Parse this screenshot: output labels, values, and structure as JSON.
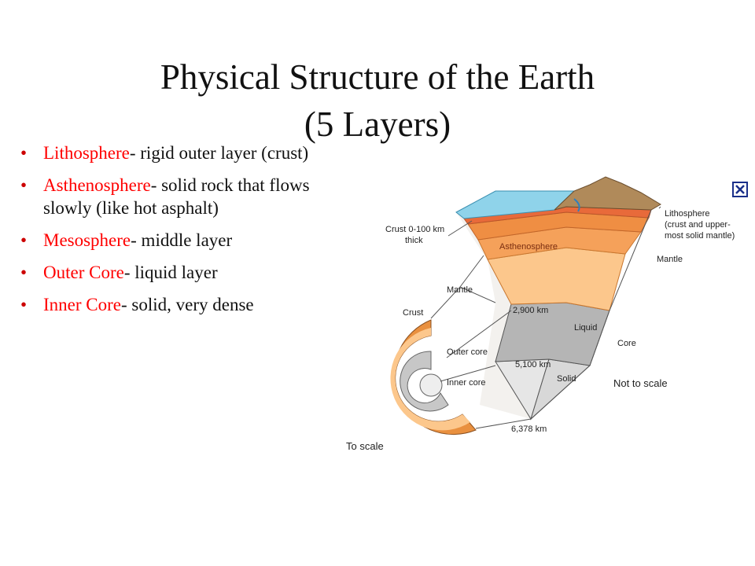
{
  "title": {
    "line1": "Physical Structure of the Earth",
    "line2": "(5 Layers)"
  },
  "bullets": [
    {
      "term": "Lithosphere",
      "desc": "- rigid outer layer (crust)"
    },
    {
      "term": "Asthenosphere",
      "desc": "- solid rock that flows slowly (like hot asphalt)"
    },
    {
      "term": "Mesosphere",
      "desc": "- middle layer"
    },
    {
      "term": "Outer Core",
      "desc": "- liquid layer"
    },
    {
      "term": "Inner Core",
      "desc": "- solid, very dense"
    }
  ],
  "diagram": {
    "labels": {
      "crust_depth": "Crust 0-100 km",
      "crust_depth2": "thick",
      "asthenosphere": "Asthenosphere",
      "lithosphere": "Lithosphere",
      "lithosphere2": "(crust and upper-",
      "lithosphere3": "most solid mantle)",
      "mantle_right": "Mantle",
      "mantle_left": "Mantle",
      "crust": "Crust",
      "d2900": "2,900 km",
      "liquid": "Liquid",
      "core": "Core",
      "outer_core": "Outer core",
      "d5100": "5,100 km",
      "inner_core": "Inner core",
      "solid": "Solid",
      "not_to_scale": "Not to scale",
      "d6378": "6,378 km",
      "to_scale": "To scale"
    },
    "close_icon": "close-icon",
    "colors": {
      "ocean": "#8fd3ea",
      "land": "#b08a5a",
      "asthenosphere": "#f39a50",
      "mantle": "#fbc58a",
      "outer_core": "#b8b8b8",
      "inner_core": "#e2e2e2",
      "bullet_term": "#ff0000"
    }
  }
}
